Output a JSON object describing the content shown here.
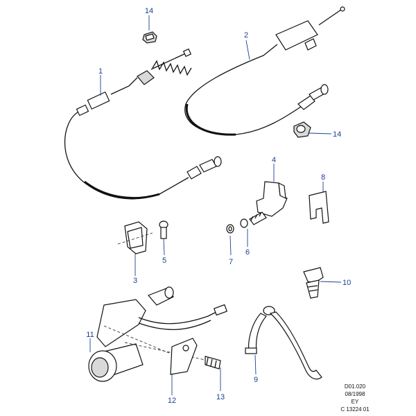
{
  "callouts": {
    "c1": "1",
    "c2": "2",
    "c3": "3",
    "c4": "4",
    "c5": "5",
    "c6": "6",
    "c7": "7",
    "c8": "8",
    "c9": "9",
    "c10": "10",
    "c11": "11",
    "c12": "12",
    "c13": "13",
    "c14a": "14",
    "c14b": "14"
  },
  "footer": {
    "line1": "D01.020",
    "line2": "08/1998",
    "line3": "EY",
    "line4": "C 13224 01"
  }
}
